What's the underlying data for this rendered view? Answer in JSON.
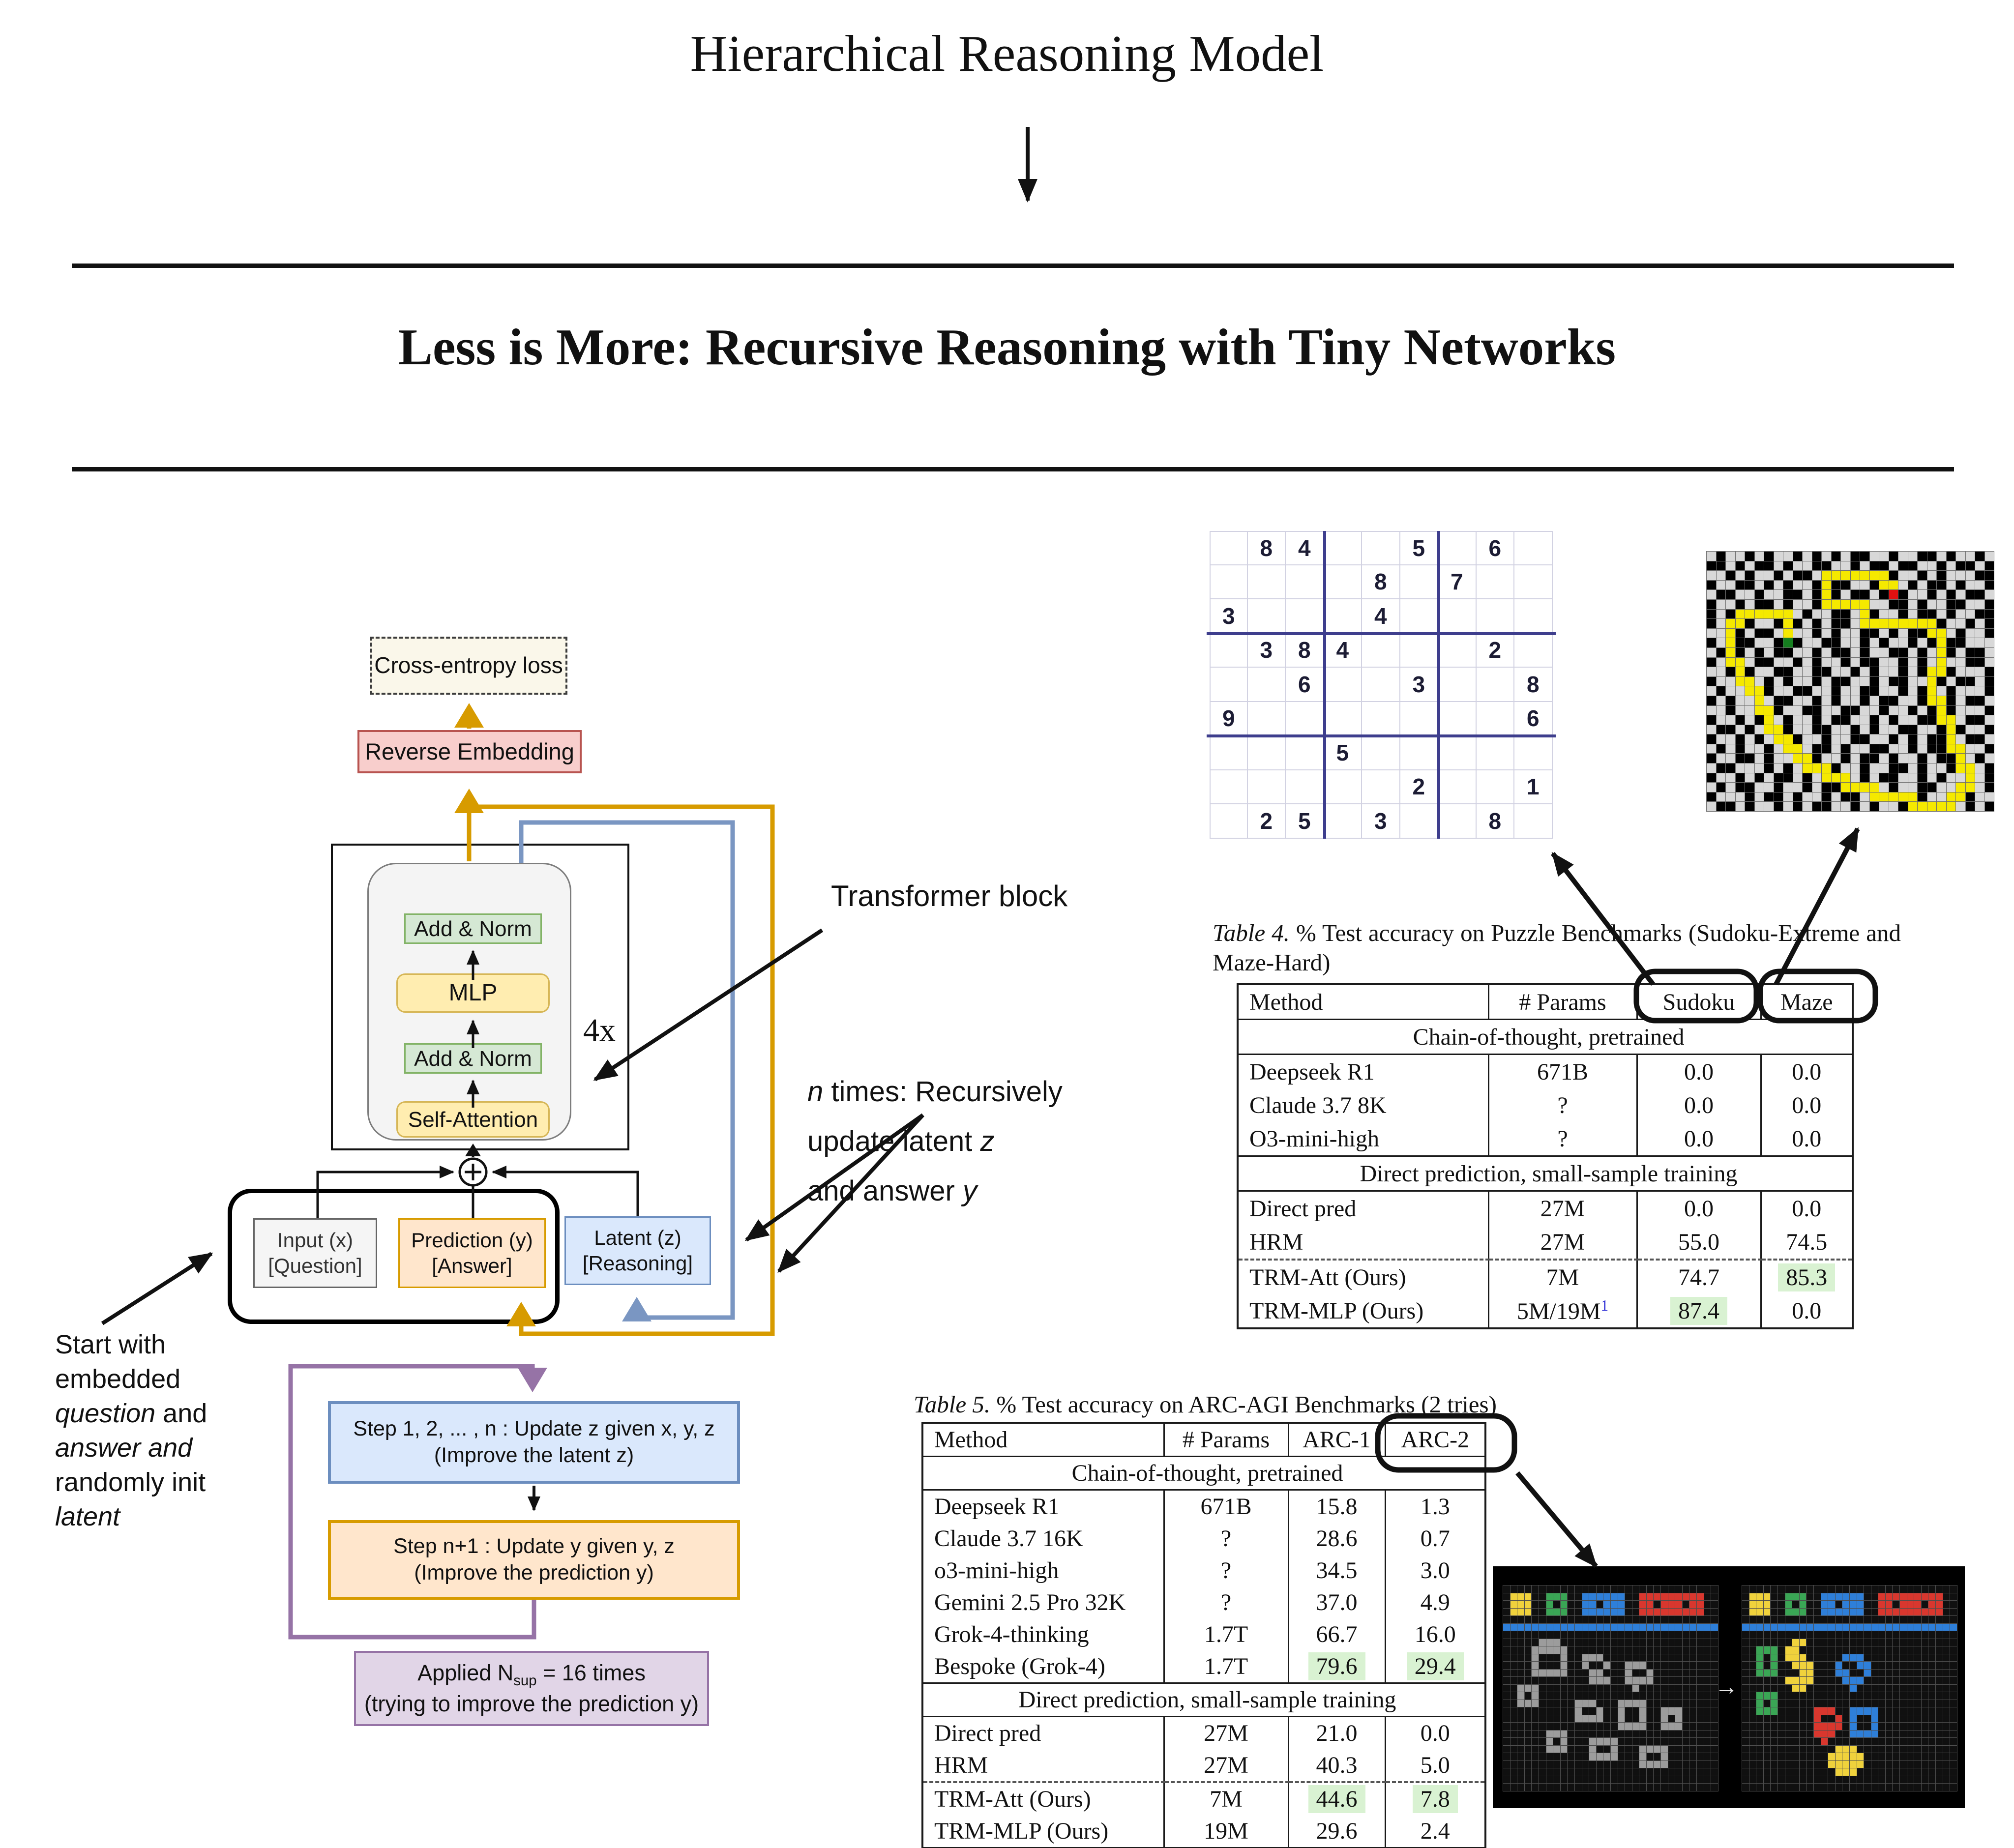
{
  "header": {
    "title1": "Hierarchical Reasoning Model",
    "title2": "Less is More: Recursive Reasoning with Tiny Networks"
  },
  "diagram": {
    "cross_entropy": "Cross-entropy loss",
    "reverse_embedding": "Reverse Embedding",
    "add_norm_top": "Add & Norm",
    "mlp": "MLP",
    "add_norm_bottom": "Add & Norm",
    "self_attention": "Self-Attention",
    "four_x": "4x",
    "transformer_block_label": "Transformer block",
    "n_times_lines": [
      [
        {
          "t": "n",
          "i": true
        },
        {
          "t": " times: Recursively"
        }
      ],
      [
        {
          "t": "update latent "
        },
        {
          "t": "z",
          "i": true
        }
      ],
      [
        {
          "t": "and answer "
        },
        {
          "t": "y",
          "i": true
        }
      ]
    ],
    "input_lines": [
      "Input (x)",
      "[Question]"
    ],
    "prediction_lines": [
      "Prediction (y)",
      "[Answer]"
    ],
    "latent_lines": [
      "Latent (z)",
      "[Reasoning]"
    ],
    "start_note_lines": [
      [
        {
          "t": "Start with"
        }
      ],
      [
        {
          "t": "embedded"
        }
      ],
      [
        {
          "t": "question",
          "i": true
        },
        {
          "t": " and"
        }
      ],
      [
        {
          "t": "answer and",
          "i": true
        }
      ],
      [
        {
          "t": "randomly init"
        }
      ],
      [
        {
          "t": "latent",
          "i": true
        }
      ]
    ],
    "step1_lines": [
      "Step 1, 2, ... , n : Update z given x, y, z",
      "(Improve the latent z)"
    ],
    "step2_lines": [
      "Step n+1 : Update y given y, z",
      "(Improve the prediction y)"
    ],
    "applied_line1": [
      {
        "t": "Applied N"
      },
      {
        "t": "sup",
        "sub": true
      },
      {
        "t": " = 16 times"
      }
    ],
    "applied_line2": "(trying to improve the prediction y)",
    "colors": {
      "orange": "#d79b00",
      "blue": "#6c8ebf",
      "purple": "#9673a6",
      "green": "#82b366",
      "red": "#b85450"
    }
  },
  "sudoku": {
    "rows": [
      ".84..5.6.",
      "....8.7..",
      "3...4....",
      ".384...2.",
      "..6..3..8",
      "9.......6",
      "...5.....",
      ".....2..1",
      ".25.3..8."
    ]
  },
  "maze": {
    "legend": {
      "#": "wall",
      ".": "open",
      "Y": "path",
      "R": "goal",
      "G": "start"
    },
    "colors": {
      "#": "#000000",
      ".": "#d8d8d8",
      "Y": "#f5e900",
      "R": "#e01010",
      "G": "#157f1f"
    },
    "rows": [
      ".#..#.#..#.#.#.##..#..##.#..#.",
      "##.#.##.#..##..#.##.##..#.##.#",
      "..#.#..#.##.YYYYYYY#..#.#...##",
      "#..##.#.#..#Y##..#YY.#.##.#..#",
      ".##..#..##.#Y#.##.#R#..#.#.##.",
      "#..#.##.#..#YYYYY..##.#..##..#",
      "#.#YYYYYY.#..##.Y#..#.##.#..##",
      "#.YY#..#Y#.#.##.YYYYYYYY#..#.#",
      "..Y#.##.Y..#.#..##.#.##YY.#..#",
      "#.Y##..#G#..##..#.#..#.#Y##...",
      ".#Y#.#.##..#.##.#..##.#.Y#.##.",
      "#.YY.##..#.#..#.##..#.#.Y..##.",
      "..#Y#..##..##..#.#..#.#YY#...#",
      "#..YY.#.#..#.##..#.##..Y#.##.#",
      ".#..YY#..##..#..##..#.#Y.#...#",
      "#.#..Y.##..#.#..#.##..#YY#.##.",
      "..#..YY#..##..##..#..#.#Y#...#",
      "#..#.#Y.#..#.##..#.#..##YY.##.",
      ".##.#.YY#..##..#.#..##..#Y#..#",
      "#..#.#.YY#..#..##..#.#.##Y.##.",
      ".#.#..#.YY.##.#..##..#.##YY..#",
      "#..##.#..YY#..#.##.#..#.##Y.#.",
      ".##...#.#.YYY#..#..##.#..#YY.#",
      "#..#.#.##.#.YYY.#.##..#.#..Y.#",
      ".#.##..#..#.##YYYY.#..##..YY.#",
      "#...#.##.#..#.##.YYYYY#..YY#..",
      ".##.#..#.#.##..#.#..#YYYYY.#.#"
    ]
  },
  "table4": {
    "caption": [
      {
        "t": "Table 4.",
        "i": true
      },
      {
        "t": " % Test accuracy on Puzzle Benchmarks (Sudoku-Extreme and Maze-Hard)"
      }
    ],
    "columns": [
      "Method",
      "# Params",
      "Sudoku",
      "Maze"
    ],
    "sections": [
      {
        "header": "Chain-of-thought, pretrained",
        "rows": [
          {
            "cells": [
              {
                "t": "Deepseek R1"
              },
              {
                "t": "671B"
              },
              {
                "t": "0.0"
              },
              {
                "t": "0.0"
              }
            ]
          },
          {
            "cells": [
              {
                "t": "Claude 3.7 8K"
              },
              {
                "t": "?"
              },
              {
                "t": "0.0"
              },
              {
                "t": "0.0"
              }
            ]
          },
          {
            "cells": [
              {
                "t": "O3-mini-high"
              },
              {
                "t": "?"
              },
              {
                "t": "0.0"
              },
              {
                "t": "0.0"
              }
            ]
          }
        ]
      },
      {
        "header": "Direct prediction, small-sample training",
        "rows": [
          {
            "cells": [
              {
                "t": "Direct pred"
              },
              {
                "t": "27M"
              },
              {
                "t": "0.0"
              },
              {
                "t": "0.0"
              }
            ]
          },
          {
            "cells": [
              {
                "t": "HRM"
              },
              {
                "t": "27M"
              },
              {
                "t": "55.0"
              },
              {
                "t": "74.5"
              }
            ]
          },
          {
            "dashed": true,
            "cells": [
              {
                "t": "TRM-Att (Ours)"
              },
              {
                "t": "7M"
              },
              {
                "t": "74.7"
              },
              {
                "t": "85.3",
                "hl": true
              }
            ]
          },
          {
            "cells": [
              {
                "t": "TRM-MLP (Ours)"
              },
              {
                "segs": [
                  {
                    "t": "5M/19M"
                  },
                  {
                    "t": "1",
                    "sup": true,
                    "c": "#2b2bd4"
                  }
                ]
              },
              {
                "t": "87.4",
                "hl": true
              },
              {
                "t": "0.0"
              }
            ]
          }
        ]
      }
    ]
  },
  "table5": {
    "caption": [
      {
        "t": "Table 5.",
        "i": true
      },
      {
        "t": " % Test accuracy on ARC-AGI Benchmarks (2 tries)"
      }
    ],
    "columns": [
      "Method",
      "# Params",
      "ARC-1",
      "ARC-2"
    ],
    "sections": [
      {
        "header": "Chain-of-thought, pretrained",
        "rows": [
          {
            "cells": [
              {
                "t": "Deepseek R1"
              },
              {
                "t": "671B"
              },
              {
                "t": "15.8"
              },
              {
                "t": "1.3"
              }
            ]
          },
          {
            "cells": [
              {
                "t": "Claude 3.7 16K"
              },
              {
                "t": "?"
              },
              {
                "t": "28.6"
              },
              {
                "t": "0.7"
              }
            ]
          },
          {
            "cells": [
              {
                "t": "o3-mini-high"
              },
              {
                "t": "?"
              },
              {
                "t": "34.5"
              },
              {
                "t": "3.0"
              }
            ]
          },
          {
            "cells": [
              {
                "t": "Gemini 2.5 Pro 32K"
              },
              {
                "t": "?"
              },
              {
                "t": "37.0"
              },
              {
                "t": "4.9"
              }
            ]
          },
          {
            "cells": [
              {
                "t": "Grok-4-thinking"
              },
              {
                "t": "1.7T"
              },
              {
                "t": "66.7"
              },
              {
                "t": "16.0"
              }
            ]
          },
          {
            "cells": [
              {
                "t": "Bespoke (Grok-4)"
              },
              {
                "t": "1.7T"
              },
              {
                "t": "79.6",
                "hl": true
              },
              {
                "t": "29.4",
                "hl": true
              }
            ]
          }
        ]
      },
      {
        "header": "Direct prediction, small-sample training",
        "rows": [
          {
            "cells": [
              {
                "t": "Direct pred"
              },
              {
                "t": "27M"
              },
              {
                "t": "21.0"
              },
              {
                "t": "0.0"
              }
            ]
          },
          {
            "cells": [
              {
                "t": "HRM"
              },
              {
                "t": "27M"
              },
              {
                "t": "40.3"
              },
              {
                "t": "5.0"
              }
            ]
          },
          {
            "dashed": true,
            "cells": [
              {
                "t": "TRM-Att (Ours)"
              },
              {
                "t": "7M"
              },
              {
                "t": "44.6",
                "hl": true
              },
              {
                "t": "7.8",
                "hl": true
              }
            ]
          },
          {
            "cells": [
              {
                "t": "TRM-MLP (Ours)"
              },
              {
                "t": "19M"
              },
              {
                "t": "29.6"
              },
              {
                "t": "2.4"
              }
            ]
          }
        ]
      }
    ]
  },
  "arc": {
    "arrow_glyph": "→",
    "colors": {
      ".": "#101010",
      "y": "#f0d23c",
      "g": "#3aa655",
      "b": "#2e7fd9",
      "r": "#d9372e",
      "w": "#9c9c9c"
    },
    "left_rows": [
      "..............................",
      ".yyy..ggg..bbbbbb..rrrrrrrrr..",
      ".yyy..g.g..bb.bbb..rr.rrr.rr..",
      ".yyy..ggg..bbbbbb..rrrrrrrrr..",
      "..............................",
      "bbbbbbbbbbbbbbbbbbbbbbbbbbbbbb",
      "..............................",
      ".....www......................",
      "....wwwww.....................",
      "....w...w..www................",
      "....w...w..w..w..www..........",
      "....wwwww...ww...w..w.........",
      "............www..wwww.........",
      "..www.............w...........",
      "..w.w.........................",
      "..www.....www...wwww..........",
      "..........w..w..w..w..www.....",
      "..........wwww..w..w..w.w.....",
      "................wwww..www.....",
      "......www.....................",
      "......w.w...wwww..............",
      "......www...w..w...wwww.......",
      "............wwww...w..w.......",
      "...................wwww.......",
      "..............................",
      "..............................",
      ".............................."
    ],
    "right_rows": [
      "..............................",
      ".yyy..ggg..bbbbbb..rrrrrrrrr..",
      ".yyy..g.g..bb.bbb..rr.rrr.rr..",
      ".yyy..ggg..bbbbbb..rrrrrrrrr..",
      "..............................",
      "bbbbbbbbbbbbbbbbbbbbbbbbbbbbbb",
      "..............................",
      ".......yy.....................",
      "..ggg.yy......................",
      "..g.g.yyy.....bbb.............",
      "..g.g..yyy...b..bb............",
      "..ggg...yy...bb..b............",
      "......yyyy....bbb.............",
      ".......yy......b..............",
      "..ggg.........................",
      "..g.g.........................",
      "..ggg.....rrr..bbbb...........",
      "..........r..r.b..b...........",
      "..........rrrr.b..b...........",
      "..........rrr..bbbb...........",
      "...........r..................",
      ".............yyy..............",
      "............yyyyy.............",
      "............yyyyy.............",
      ".............yyy..............",
      "..............................",
      ".............................."
    ]
  }
}
